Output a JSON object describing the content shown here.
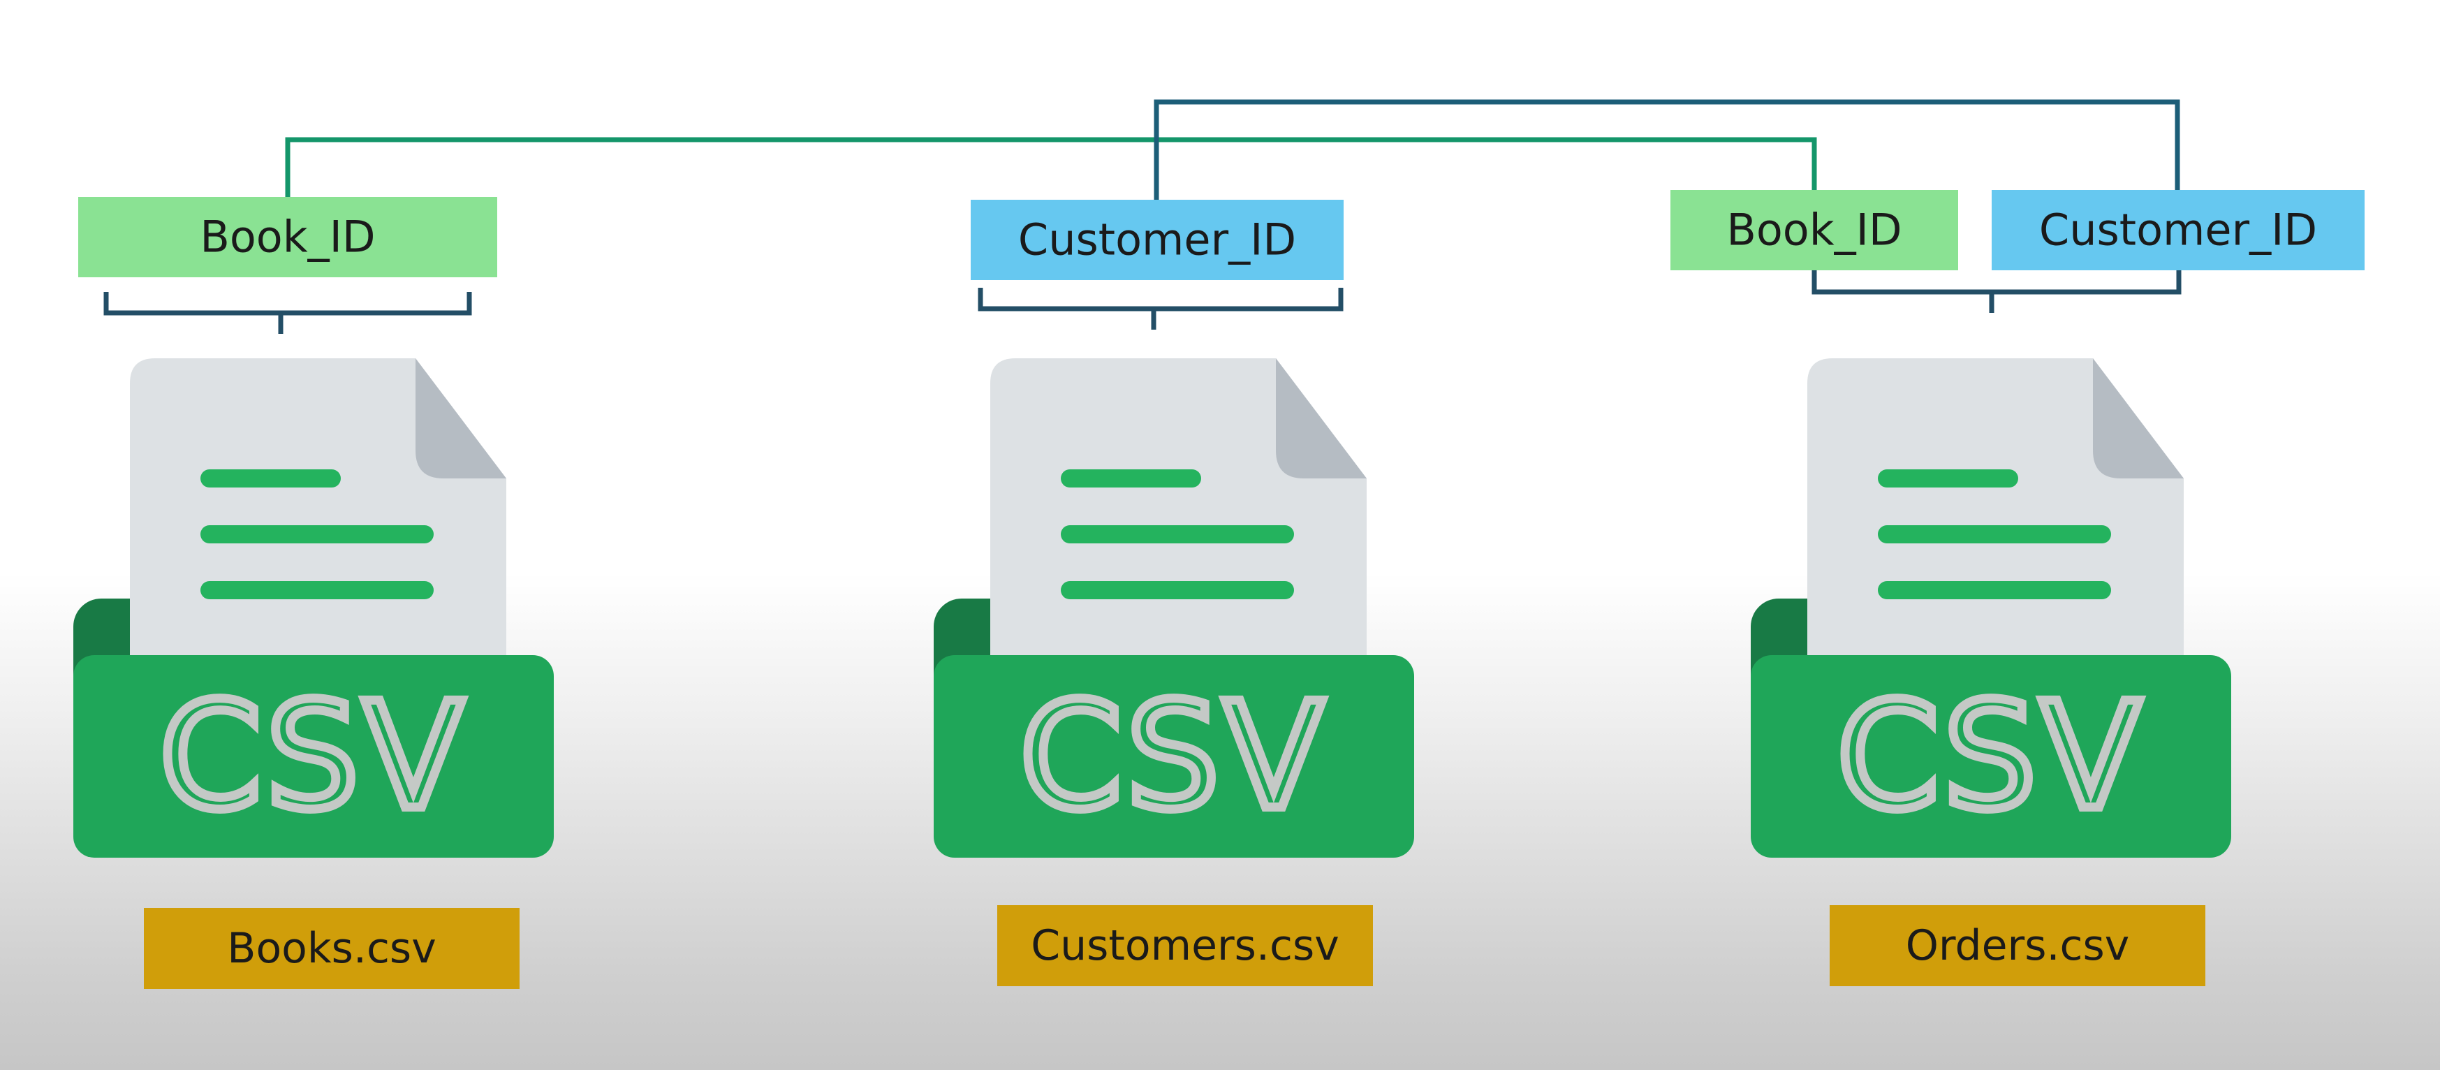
{
  "colors": {
    "book_key_fill": "#8ae293",
    "customer_key_fill": "#66c8f0",
    "file_label_fill": "#d09e0a",
    "folder_green": "#1fa659",
    "folder_tab_dark": "#187a45",
    "document_fill": "#dde1e4",
    "document_fold": "#b5bcc3",
    "document_lines": "#24b35e",
    "csv_letters": "#c4c9c6",
    "book_link_line": "#14966a",
    "customer_link_line": "#1c5e78",
    "bracket_line": "#234e66"
  },
  "files": [
    {
      "icon_text": "CSV",
      "file_name": "Books.csv",
      "keys": [
        {
          "label": "Book_ID",
          "type": "book"
        }
      ]
    },
    {
      "icon_text": "CSV",
      "file_name": "Customers.csv",
      "keys": [
        {
          "label": "Customer_ID",
          "type": "customer"
        }
      ]
    },
    {
      "icon_text": "CSV",
      "file_name": "Orders.csv",
      "keys": [
        {
          "label": "Book_ID",
          "type": "book"
        },
        {
          "label": "Customer_ID",
          "type": "customer"
        }
      ]
    }
  ],
  "relationships": [
    {
      "key": "Book_ID",
      "from_file": "Books.csv",
      "to_file": "Orders.csv"
    },
    {
      "key": "Customer_ID",
      "from_file": "Customers.csv",
      "to_file": "Orders.csv"
    }
  ]
}
